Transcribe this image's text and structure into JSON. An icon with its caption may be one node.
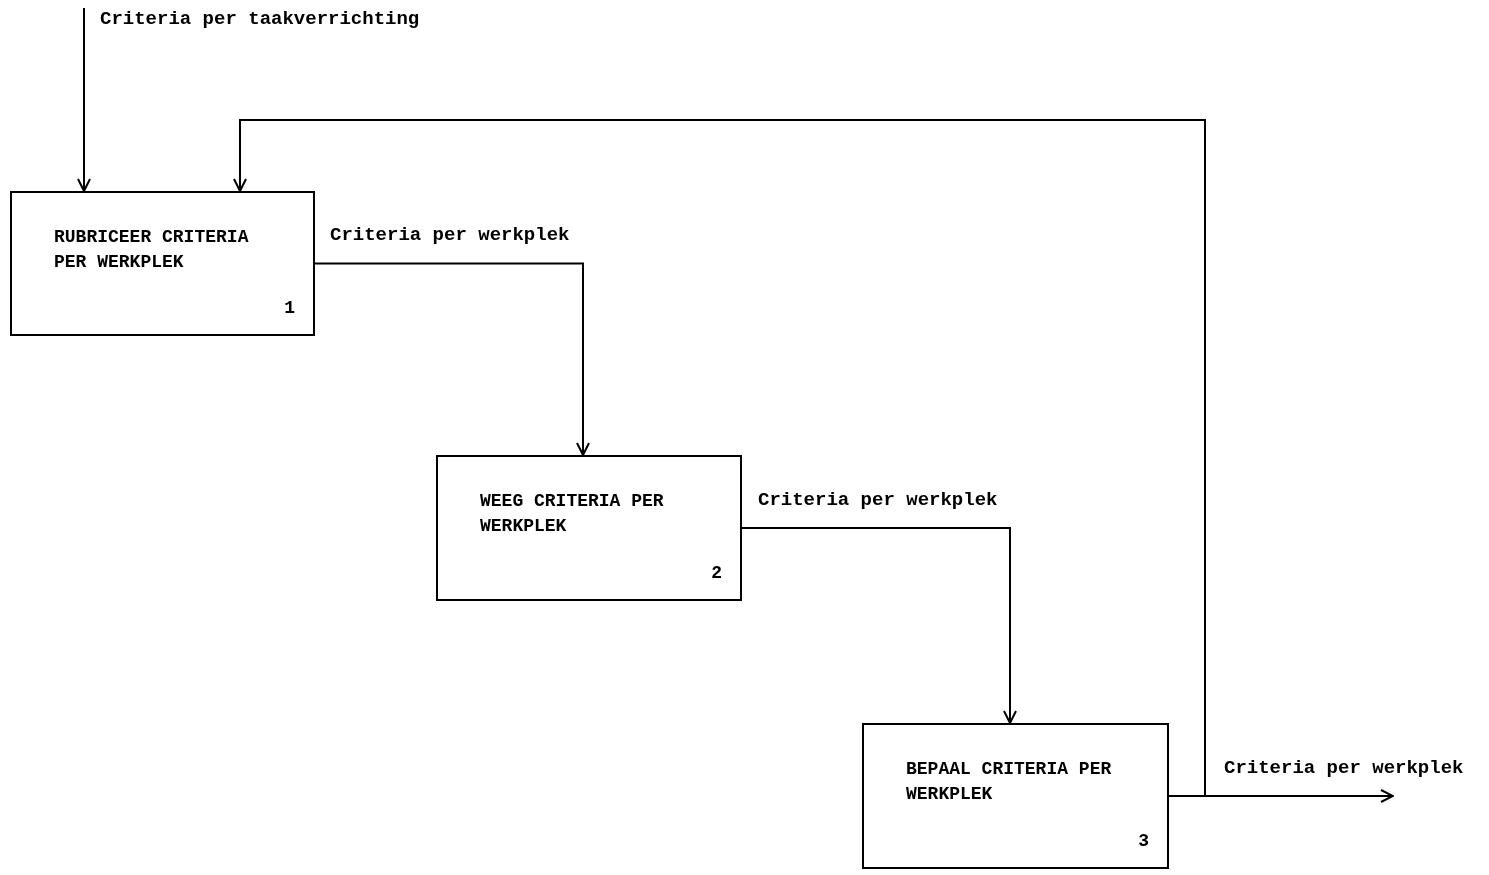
{
  "diagram": {
    "nodes": [
      {
        "text": [
          "RUBRICEER CRITERIA PER WERKPLEK",
          "1"
        ]
      },
      {
        "text": [
          "WEEG CRITERIA PER WERKPLEK",
          "2"
        ]
      },
      {
        "text": [
          "BEPAAL CRITERIA PER WERKPLEK",
          "3"
        ]
      }
    ],
    "edges": [
      {
        "from": null,
        "to": 0,
        "arrow": "to",
        "label": "Criteria per taakverrichting"
      },
      {
        "from": 0,
        "to": 1,
        "arrow": "to",
        "label": "Criteria per werkplek"
      },
      {
        "from": 1,
        "to": 2,
        "arrow": "to",
        "label": "Criteria per werkplek"
      },
      {
        "from": 2,
        "to": null,
        "arrow": "to",
        "label": "Criteria per werkplek"
      },
      {
        "from": 2,
        "to": 0,
        "arrow": "to"
      }
    ]
  }
}
